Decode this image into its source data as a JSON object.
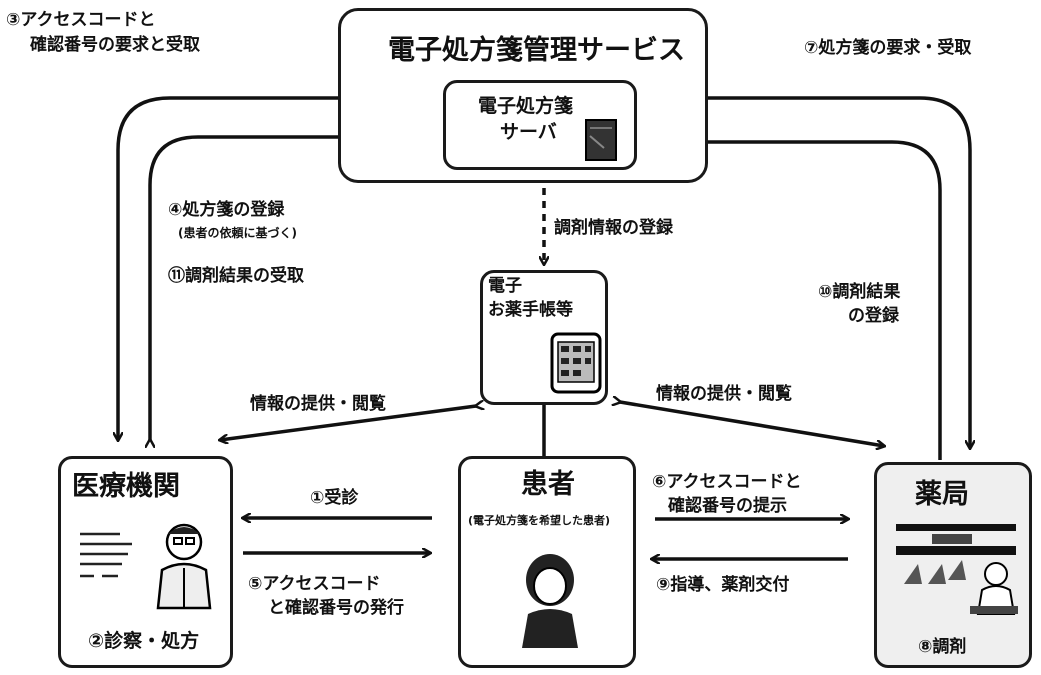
{
  "nodes": {
    "service_title": "電子処方箋管理サービス",
    "server_label_line1": "電子処方箋",
    "server_label_line2": "サーバ",
    "notebook_line1": "電子",
    "notebook_line2": "お薬手帳等",
    "clinic_title": "医療機関",
    "clinic_caption": "②診察・処方",
    "patient_title": "患者",
    "patient_note": "(電子処方箋を希望した患者)",
    "pharmacy_title": "薬局",
    "pharmacy_caption": "⑧調剤"
  },
  "edges": {
    "e3_line1": "③アクセスコードと",
    "e3_line2": "確認番号の要求と受取",
    "e7": "⑦処方箋の要求・受取",
    "e4_line1": "④処方箋の登録",
    "e4_line2": "(患者の依頼に基づく)",
    "e11": "⑪調剤結果の受取",
    "dispensing_info": "調剤情報の登録",
    "e10_line1": "⑩調剤結果",
    "e10_line2": "の登録",
    "info_left": "情報の提供・閲覧",
    "info_right": "情報の提供・閲覧",
    "e1": "①受診",
    "e5_line1": "⑤アクセスコード",
    "e5_line2": "と確認番号の発行",
    "e6_line1": "⑥アクセスコードと",
    "e6_line2": "確認番号の提示",
    "e9": "⑨指導、薬剤交付"
  }
}
